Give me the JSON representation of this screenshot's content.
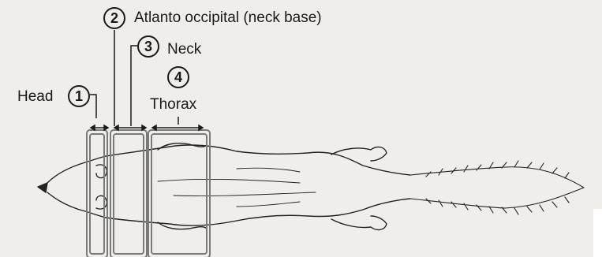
{
  "labels": {
    "head": "Head",
    "atlanto": "Atlanto occipital (neck base)",
    "neck": "Neck",
    "thorax": "Thorax"
  },
  "markers": {
    "m1": "1",
    "m2": "2",
    "m3": "3",
    "m4": "4"
  },
  "colors": {
    "background": "#efeeea",
    "ink": "#1a1a1a",
    "bracket": "#7a7a7a"
  }
}
